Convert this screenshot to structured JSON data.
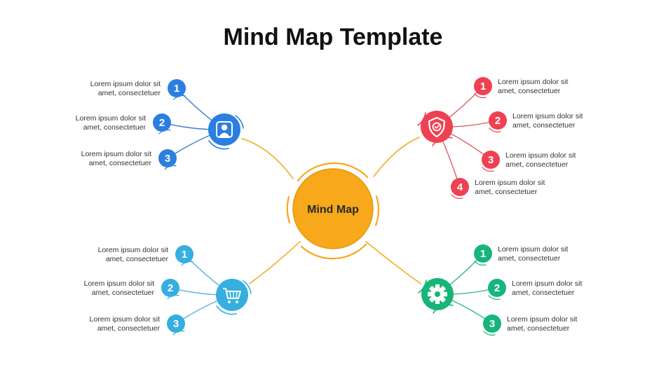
{
  "title": "Mind Map Template",
  "center": {
    "label": "Mind Map",
    "color": "#F7A81B"
  },
  "branches": [
    {
      "id": "user",
      "icon": "user-icon",
      "color": "#2B7FE0",
      "line_color": "#3A7CC8",
      "items": [
        {
          "number": "1",
          "line1": "Lorem ipsum dolor sit",
          "line2": "amet, consectetuer"
        },
        {
          "number": "2",
          "line1": "Lorem ipsum dolor sit",
          "line2": "amet, consectetuer"
        },
        {
          "number": "3",
          "line1": "Lorem ipsum dolor sit",
          "line2": "amet, consectetuer"
        }
      ]
    },
    {
      "id": "shield",
      "icon": "shield-check-icon",
      "color": "#EE4152",
      "line_color": "#E45A66",
      "items": [
        {
          "number": "1",
          "line1": "Lorem ipsum dolor sit",
          "line2": "amet, consectetuer"
        },
        {
          "number": "2",
          "line1": "Lorem ipsum dolor sit",
          "line2": "amet, consectetuer"
        },
        {
          "number": "3",
          "line1": "Lorem ipsum dolor sit",
          "line2": "amet, consectetuer"
        },
        {
          "number": "4",
          "line1": "Lorem ipsum dolor sit",
          "line2": "amet, consectetuer"
        }
      ]
    },
    {
      "id": "cart",
      "icon": "shopping-cart-icon",
      "color": "#36AEE0",
      "line_color": "#4FB3DF",
      "items": [
        {
          "number": "1",
          "line1": "Lorem ipsum dolor sit",
          "line2": "amet, consectetuer"
        },
        {
          "number": "2",
          "line1": "Lorem ipsum dolor sit",
          "line2": "amet, consectetuer"
        },
        {
          "number": "3",
          "line1": "Lorem ipsum dolor sit",
          "line2": "amet, consectetuer"
        }
      ]
    },
    {
      "id": "gear",
      "icon": "gear-icon",
      "color": "#16B57A",
      "line_color": "#2DB985",
      "items": [
        {
          "number": "1",
          "line1": "Lorem ipsum dolor sit",
          "line2": "amet, consectetuer"
        },
        {
          "number": "2",
          "line1": "Lorem ipsum dolor sit",
          "line2": "amet, consectetuer"
        },
        {
          "number": "3",
          "line1": "Lorem ipsum dolor sit",
          "line2": "amet, consectetuer"
        }
      ]
    }
  ]
}
